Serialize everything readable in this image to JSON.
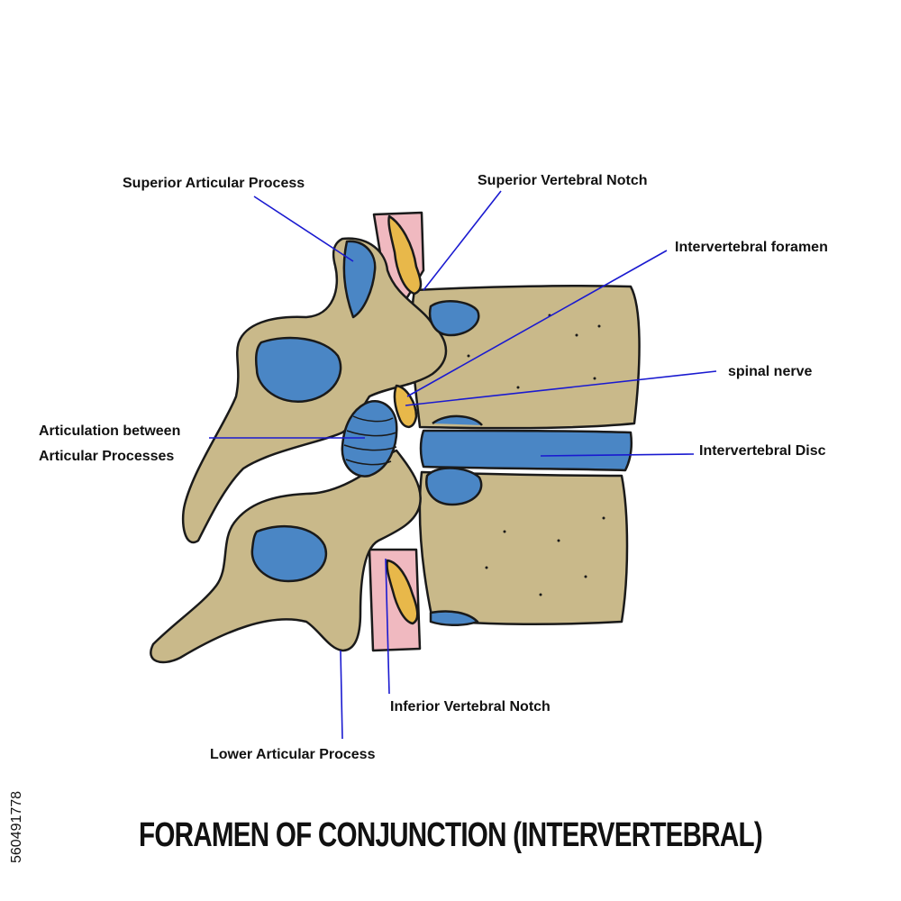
{
  "title": "FORAMEN OF CONJUNCTION   (INTERVERTEBRAL)",
  "labels": {
    "superior_articular_process": "Superior Articular Process",
    "superior_vertebral_notch": "Superior Vertebral Notch",
    "intervertebral_foramen": "Intervertebral foramen",
    "spinal_nerve": "spinal nerve",
    "articulation_line1": "Articulation between",
    "articulation_line2": "Articular Processes",
    "intervertebral_disc": "Intervertebral Disc",
    "inferior_vertebral_notch": "Inferior Vertebral Notch",
    "lower_articular_process": "Lower Articular Process"
  },
  "stock_id": "560491778",
  "colors": {
    "bone": "#c9b98a",
    "cartilage": "#4a86c5",
    "nerve": "#e8b84a",
    "vessel": "#f0b9c0",
    "leader": "#1a1ad0",
    "outline": "#1a1a1a"
  }
}
